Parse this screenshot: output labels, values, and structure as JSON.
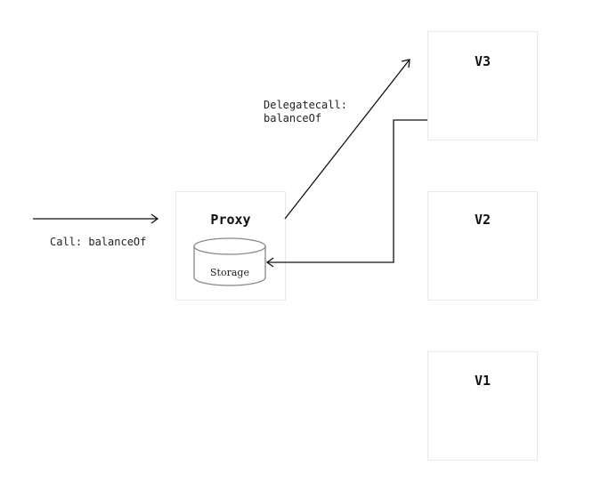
{
  "proxy": {
    "title": "Proxy",
    "storage_label": "Storage"
  },
  "versions": {
    "v3": "V3",
    "v2": "V2",
    "v1": "V1"
  },
  "labels": {
    "call": "Call: balanceOf",
    "delegatecall_line1": "Delegatecall:",
    "delegatecall_line2": "balanceOf"
  },
  "colors": {
    "line": "#111111",
    "box_border": "#e8e8e8",
    "storage_stroke": "#888888"
  }
}
